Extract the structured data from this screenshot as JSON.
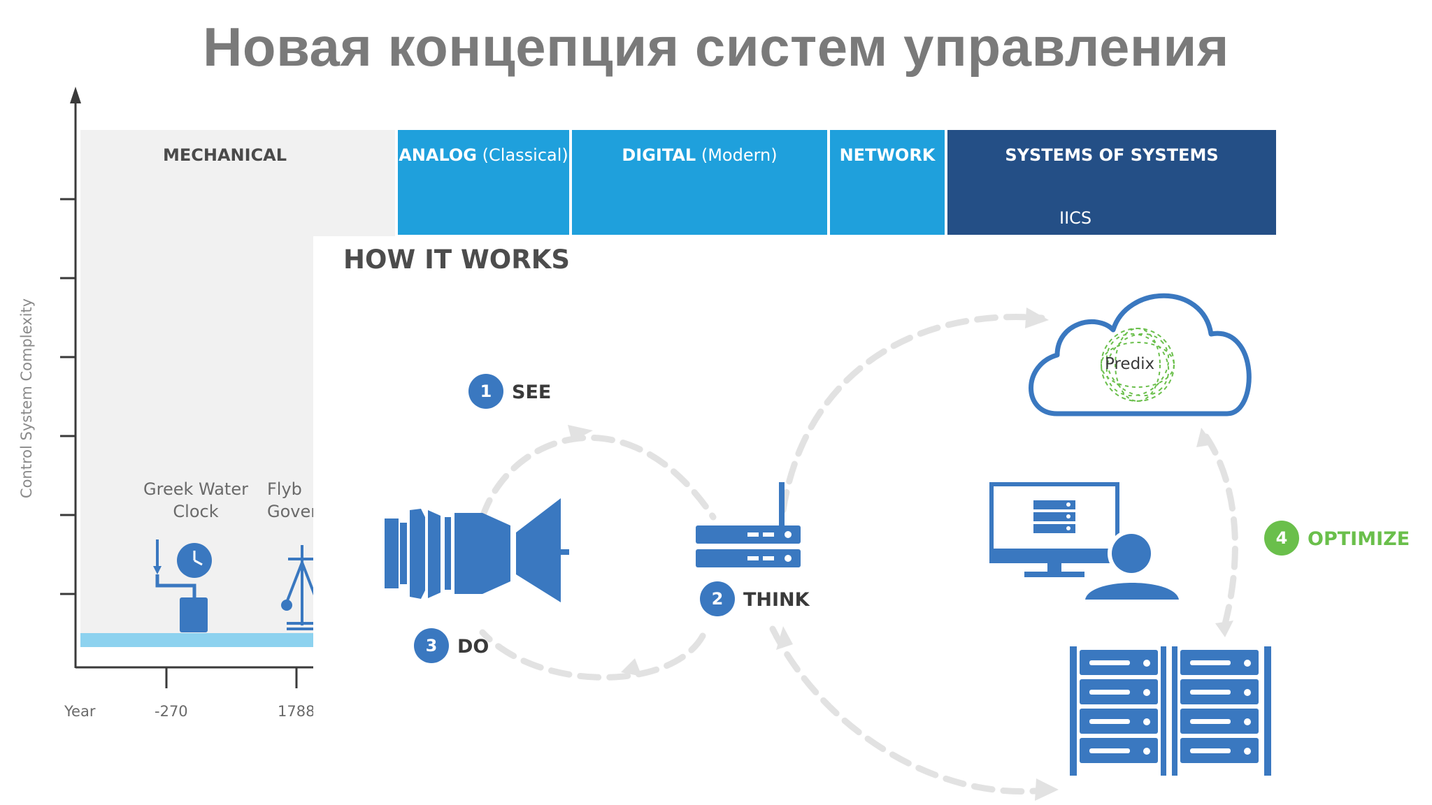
{
  "title": "Новая концепция систем управления",
  "timeline": {
    "y_axis_label": "Control System Complexity",
    "eras": [
      {
        "name": "MECHANICAL",
        "sub": ""
      },
      {
        "name": "ANALOG",
        "sub": "(Classical)"
      },
      {
        "name": "DIGITAL",
        "sub": "(Modern)"
      },
      {
        "name": "NETWORK",
        "sub": ""
      },
      {
        "name": "SYSTEMS OF SYSTEMS",
        "sub": "",
        "note": "IICS"
      }
    ],
    "inventions": [
      {
        "line1": "Greek Water",
        "line2": "Clock"
      },
      {
        "line1": "Flyb",
        "line2": "Gover"
      }
    ],
    "years": [
      "Year",
      "-270",
      "1788"
    ]
  },
  "how_it_works": {
    "heading": "HOW IT WORKS",
    "steps": [
      {
        "num": "1",
        "label": "SEE"
      },
      {
        "num": "2",
        "label": "THINK"
      },
      {
        "num": "3",
        "label": "DO"
      },
      {
        "num": "4",
        "label": "OPTIMIZE"
      }
    ],
    "cloud_label": "Predix"
  },
  "colors": {
    "light_blue": "#1fa0dc",
    "dark_blue": "#244f86",
    "icon_blue": "#3a78c0",
    "green": "#6abf4b",
    "arrow_gray": "#e2e2e2"
  }
}
